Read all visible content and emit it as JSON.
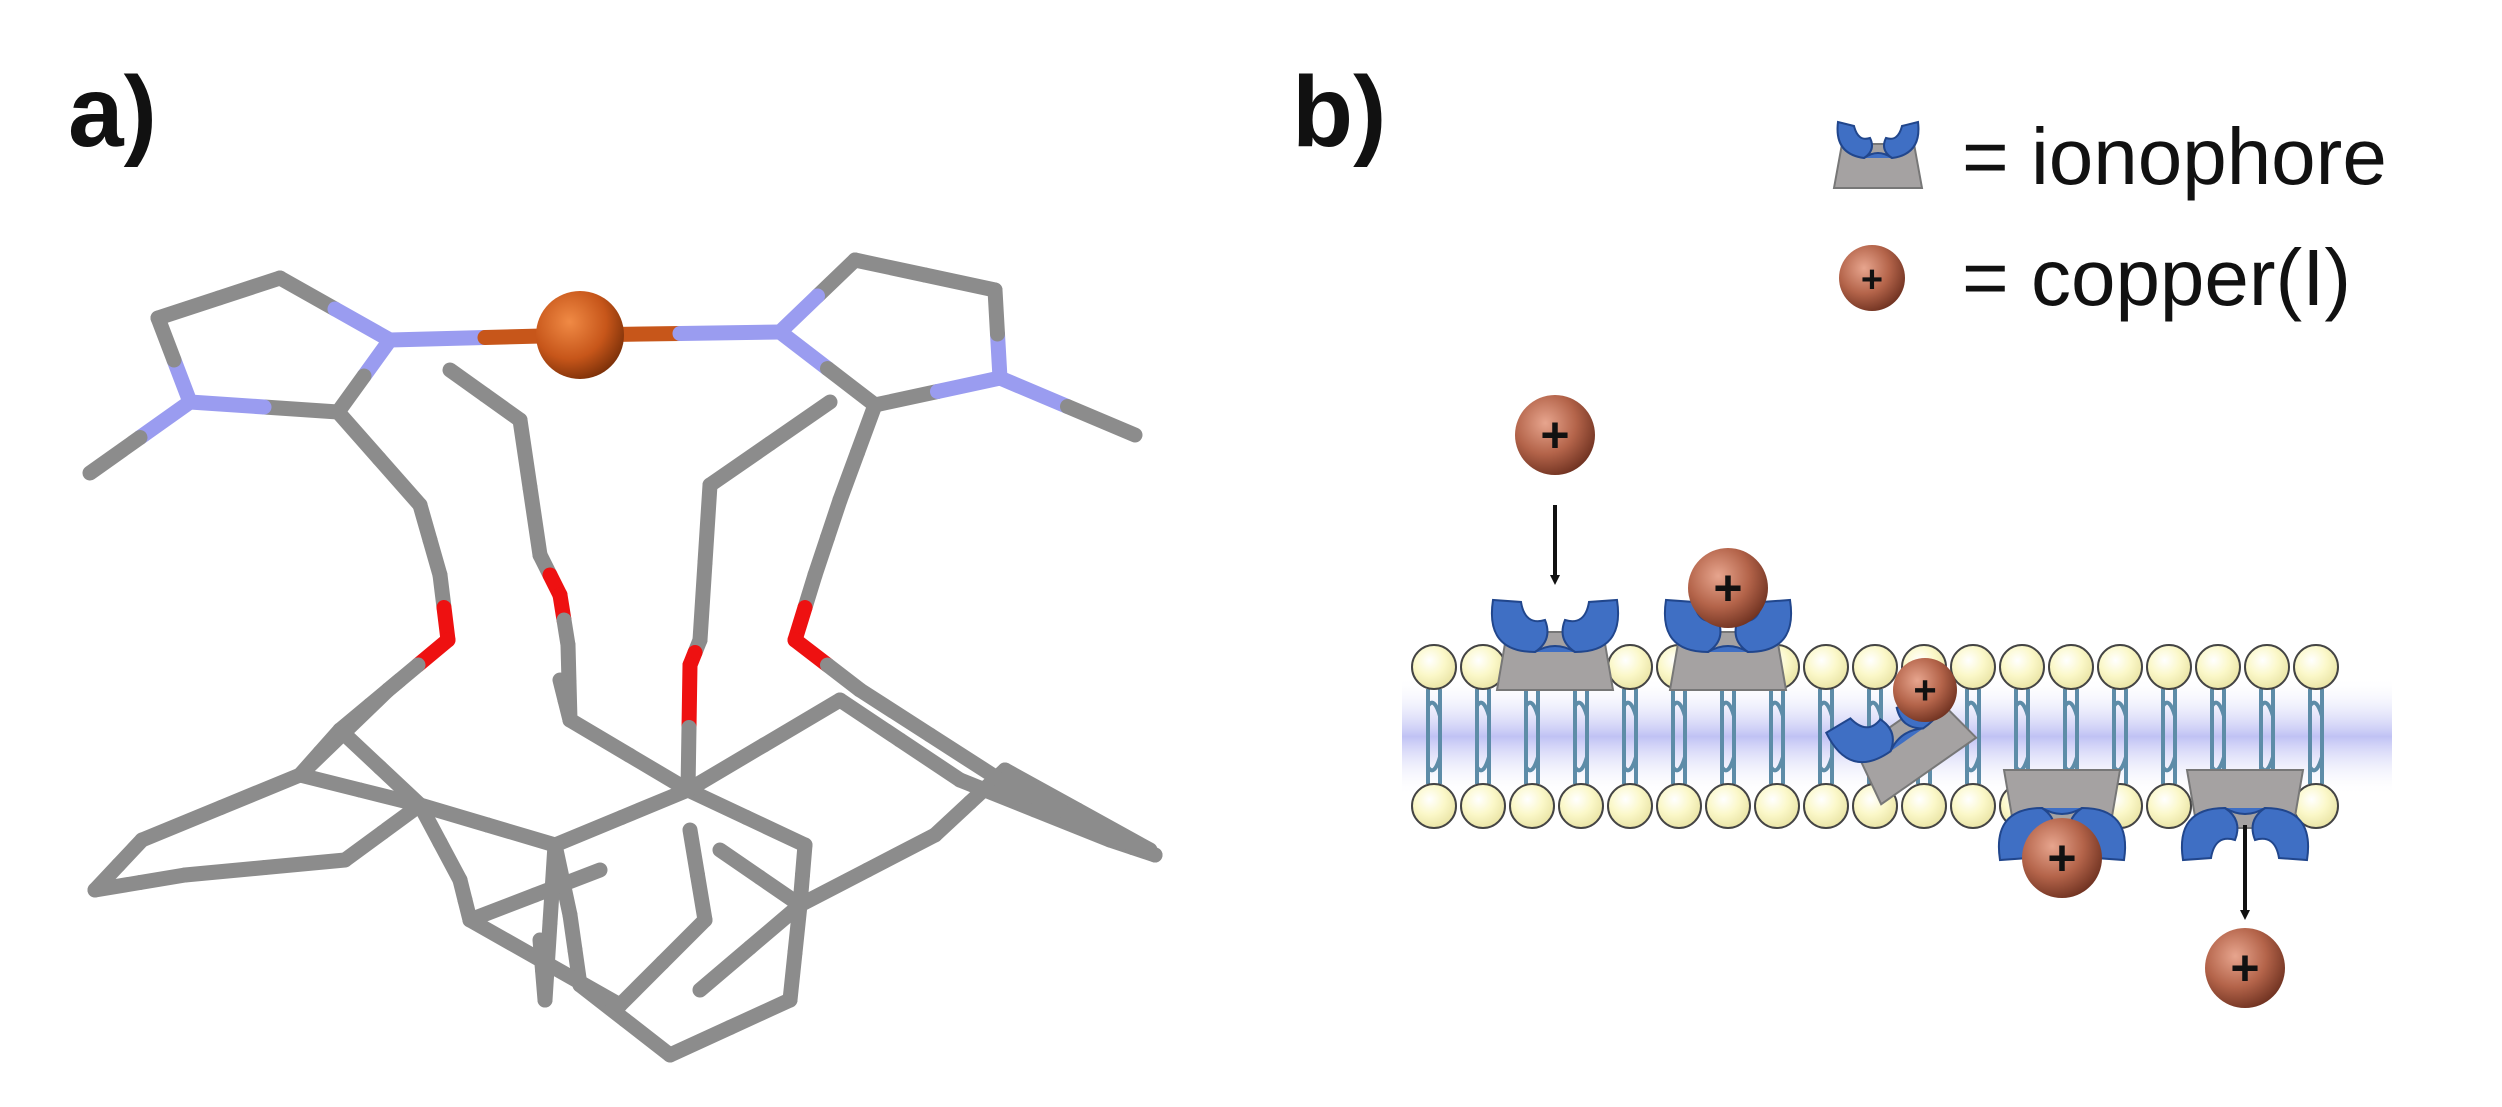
{
  "panels": {
    "a": {
      "label": "a)"
    },
    "b": {
      "label": "b)"
    }
  },
  "legend": {
    "ionophore_text": "= ionophore",
    "copper_text": "= copper(I)",
    "ion_symbol": "+"
  },
  "colors": {
    "carbon": "#8c8c8c",
    "nitrogen": "#9a9cf0",
    "oxygen": "#ee1111",
    "copper_atom": "#c7561a",
    "ion_sphere": "#b4644a",
    "ionophore_blue": "#3f6fc4",
    "ionophore_gray": "#a5a2a2",
    "lipid_head": "#fbf8c9",
    "lipid_tail": "#5d8ca8",
    "membrane_core": "#c8caf5"
  }
}
